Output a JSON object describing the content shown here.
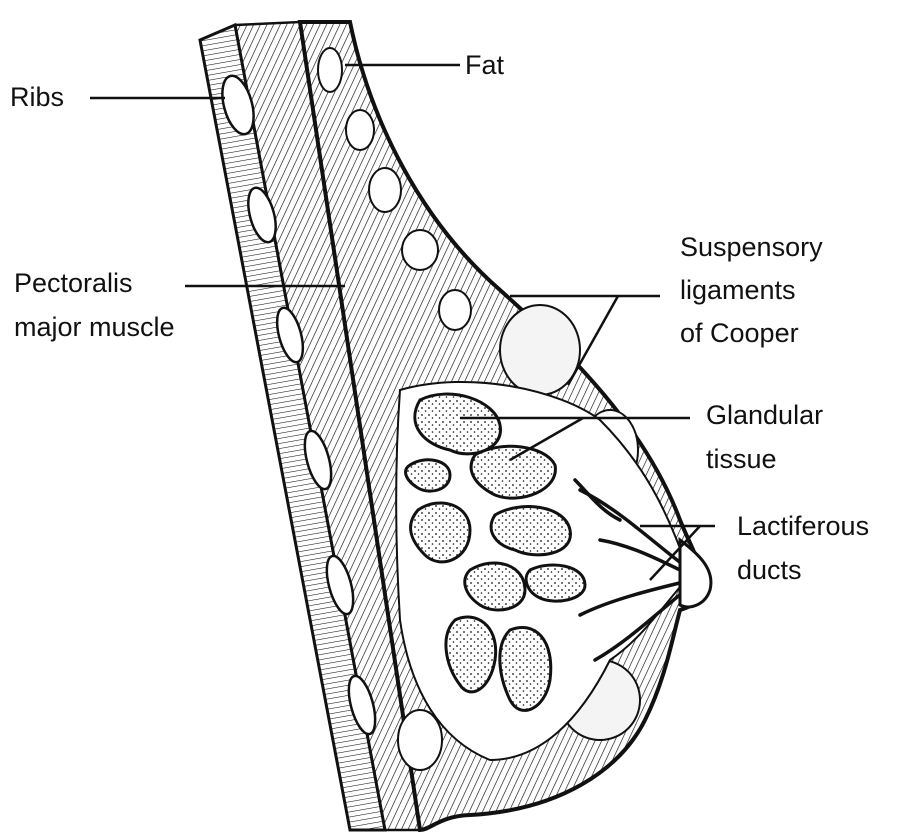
{
  "labels": {
    "ribs": "Ribs",
    "fat": "Fat",
    "pectoralis_line1": "Pectoralis",
    "pectoralis_line2": "major muscle",
    "suspensory_line1": "Suspensory",
    "suspensory_line2": "ligaments",
    "suspensory_line3": "of Cooper",
    "glandular_line1": "Glandular",
    "glandular_line2": "tissue",
    "lactiferous_line1": "Lactiferous",
    "lactiferous_line2": "ducts"
  },
  "colors": {
    "ink": "#111111",
    "background": "#ffffff",
    "tissue": "#f4f4f4",
    "gland": "#e6e6e6"
  }
}
